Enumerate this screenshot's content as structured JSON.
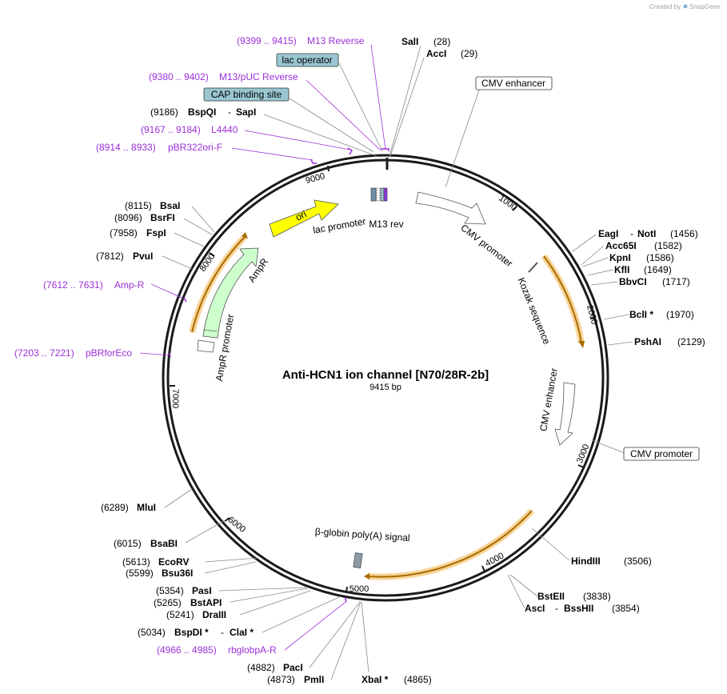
{
  "credit": {
    "text": "Created by",
    "brand": "SnapGene"
  },
  "plasmid": {
    "name": "Anti-HCN1 ion channel [N70/28R-2b]",
    "length": "9415 bp"
  },
  "colors": {
    "backbone": "#1a1a1a",
    "primer_purple": "#9b30d9",
    "ori_yellow": "#ffff00",
    "ampr_green": "#ccffcc",
    "glow_orange": "#f5c26b",
    "box_teal": "#99c7d1",
    "gray_feature": "#8c9aa6"
  },
  "ticks": [
    {
      "label": "1000"
    },
    {
      "label": "2000"
    },
    {
      "label": "3000"
    },
    {
      "label": "4000"
    },
    {
      "label": "5000"
    },
    {
      "label": "6000"
    },
    {
      "label": "7000"
    },
    {
      "label": "8000"
    },
    {
      "label": "9000"
    }
  ],
  "labels": [
    {
      "id": "sali",
      "name": "SalI",
      "pos": "(28)",
      "kind": "enzyme"
    },
    {
      "id": "acci",
      "name": "AccI",
      "pos": "(29)",
      "kind": "enzyme"
    },
    {
      "id": "m13rev-primer",
      "range": "(9399 .. 9415)",
      "name": "M13 Reverse",
      "kind": "primer"
    },
    {
      "id": "lac-operator",
      "name": "lac operator",
      "kind": "boxed-teal"
    },
    {
      "id": "m13puc-primer",
      "range": "(9380 .. 9402)",
      "name": "M13/pUC Reverse",
      "kind": "primer"
    },
    {
      "id": "cap-site",
      "name": "CAP binding site",
      "kind": "boxed-teal"
    },
    {
      "id": "bspqi-sapi",
      "pos": "(9186)",
      "name": "BspQI",
      "name2": "SapI",
      "kind": "enzyme-pair-left"
    },
    {
      "id": "l4440",
      "range": "(9167 .. 9184)",
      "name": "L4440",
      "kind": "primer"
    },
    {
      "id": "pbr322ori",
      "range": "(8914 .. 8933)",
      "name": "pBR322ori-F",
      "kind": "primer"
    },
    {
      "id": "bsai",
      "pos": "(8115)",
      "name": "BsaI",
      "kind": "enzyme-left"
    },
    {
      "id": "bsrfi",
      "pos": "(8096)",
      "name": "BsrFI",
      "kind": "enzyme-left"
    },
    {
      "id": "fspi",
      "pos": "(7958)",
      "name": "FspI",
      "kind": "enzyme-left"
    },
    {
      "id": "pvui",
      "pos": "(7812)",
      "name": "PvuI",
      "kind": "enzyme-left"
    },
    {
      "id": "ampr-primer",
      "range": "(7612 .. 7631)",
      "name": "Amp-R",
      "kind": "primer"
    },
    {
      "id": "pbrforeco",
      "range": "(7203 .. 7221)",
      "name": "pBRforEco",
      "kind": "primer"
    },
    {
      "id": "mlui",
      "pos": "(6289)",
      "name": "MluI",
      "kind": "enzyme-left"
    },
    {
      "id": "bsabi",
      "pos": "(6015)",
      "name": "BsaBI",
      "kind": "enzyme-left"
    },
    {
      "id": "ecorv",
      "pos": "(5613)",
      "name": "EcoRV",
      "kind": "enzyme-left"
    },
    {
      "id": "bsu36i",
      "pos": "(5599)",
      "name": "Bsu36I",
      "kind": "enzyme-left"
    },
    {
      "id": "pasi",
      "pos": "(5354)",
      "name": "PasI",
      "kind": "enzyme-left"
    },
    {
      "id": "bstapi",
      "pos": "(5265)",
      "name": "BstAPI",
      "kind": "enzyme-left"
    },
    {
      "id": "draiii",
      "pos": "(5241)",
      "name": "DraIII",
      "kind": "enzyme-left"
    },
    {
      "id": "bspdi-clai",
      "pos": "(5034)",
      "name": "BspDI *",
      "name2": "ClaI *",
      "kind": "enzyme-pair-left"
    },
    {
      "id": "rbglobpa",
      "range": "(4966 .. 4985)",
      "name": "rbglobpA-R",
      "kind": "primer"
    },
    {
      "id": "paci",
      "pos": "(4882)",
      "name": "PacI",
      "kind": "enzyme-left"
    },
    {
      "id": "pmli",
      "pos": "(4873)",
      "name": "PmlI",
      "kind": "enzyme-left"
    },
    {
      "id": "xbai",
      "name": "XbaI *",
      "pos": "(4865)",
      "kind": "enzyme"
    },
    {
      "id": "cmv-enh-box",
      "name": "CMV enhancer",
      "kind": "boxed-white"
    },
    {
      "id": "eagi-noti",
      "name": "EagI",
      "name2": "NotI",
      "pos": "(1456)",
      "kind": "enzyme-pair"
    },
    {
      "id": "acc65i",
      "name": "Acc65I",
      "pos": "(1582)",
      "kind": "enzyme"
    },
    {
      "id": "kpni",
      "name": "KpnI",
      "pos": "(1586)",
      "kind": "enzyme"
    },
    {
      "id": "kfli",
      "name": "KflI",
      "pos": "(1649)",
      "kind": "enzyme"
    },
    {
      "id": "bbvci",
      "name": "BbvCI",
      "pos": "(1717)",
      "kind": "enzyme"
    },
    {
      "id": "bcli",
      "name": "BclI *",
      "pos": "(1970)",
      "kind": "enzyme"
    },
    {
      "id": "pshai",
      "name": "PshAI",
      "pos": "(2129)",
      "kind": "enzyme"
    },
    {
      "id": "cmv-prom-box",
      "name": "CMV promoter",
      "kind": "boxed-white"
    },
    {
      "id": "hindiii",
      "name": "HindIII",
      "pos": "(3506)",
      "kind": "enzyme"
    },
    {
      "id": "bsteii",
      "name": "BstEII",
      "pos": "(3838)",
      "kind": "enzyme"
    },
    {
      "id": "asci-bsshii",
      "name": "AscI",
      "name2": "BssHII",
      "pos": "(3854)",
      "kind": "enzyme-pair"
    }
  ],
  "features": [
    {
      "id": "ori",
      "label": "ori"
    },
    {
      "id": "lac-promoter",
      "label": "lac promoter"
    },
    {
      "id": "m13-rev",
      "label": "M13 rev"
    },
    {
      "id": "cmv-promoter-1",
      "label": "CMV promoter"
    },
    {
      "id": "kozak",
      "label": "Kozak sequence"
    },
    {
      "id": "cmv-enhancer-2",
      "label": "CMV enhancer"
    },
    {
      "id": "ampr",
      "label": "AmpR"
    },
    {
      "id": "ampr-promoter",
      "label": "AmpR promoter"
    },
    {
      "id": "globin",
      "label": "β-globin poly(A) signal"
    }
  ]
}
